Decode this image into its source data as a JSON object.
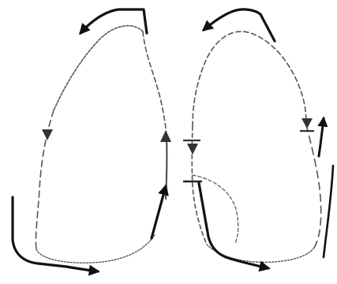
{
  "figure": {
    "kind": "lung-outline-flow-diagram",
    "colors": {
      "background": "#ffffff",
      "outline": "#555555",
      "arrow": "#111111"
    },
    "lobes": [
      {
        "side": "left",
        "arrows": [
          "top-arrow",
          "lower-left-arrow",
          "lower-right-arrow"
        ]
      },
      {
        "side": "right",
        "arrows": [
          "top-arrow",
          "upper-right-arrow",
          "lower-arrow"
        ]
      }
    ]
  }
}
